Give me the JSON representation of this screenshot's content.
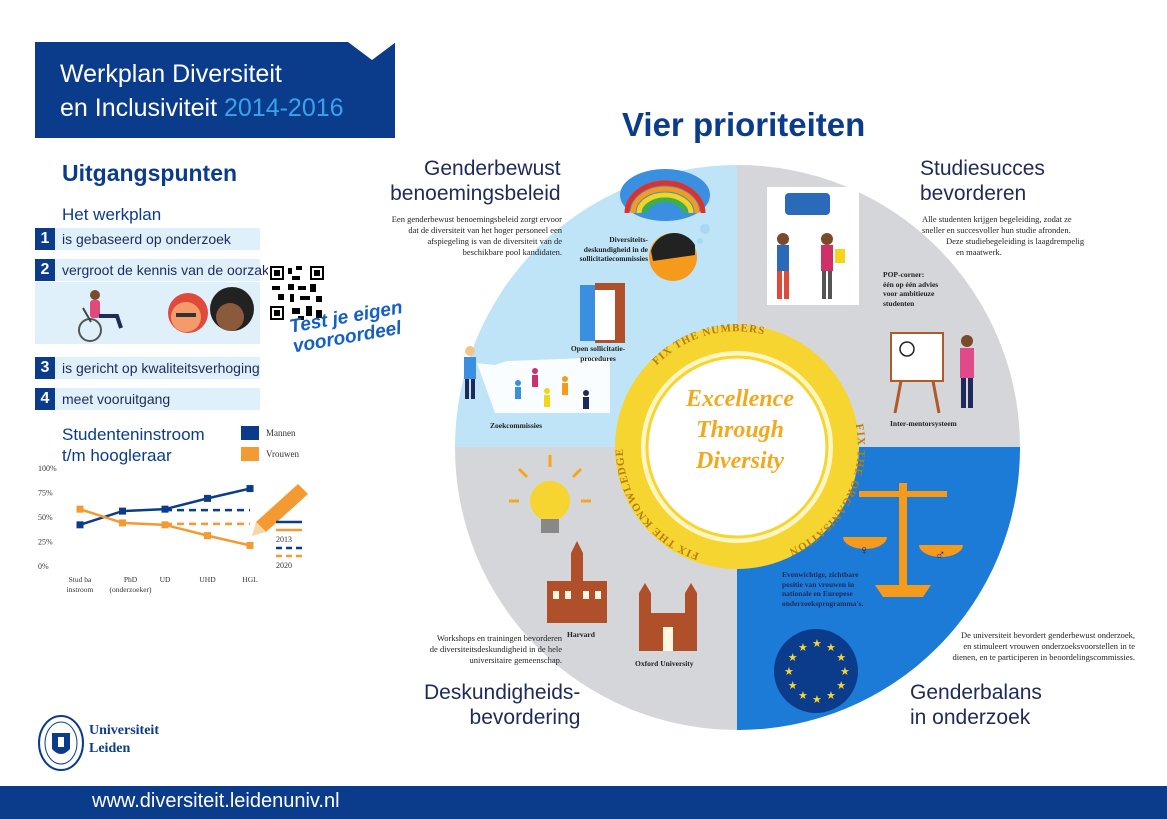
{
  "header": {
    "title_line1": "Werkplan Diversiteit",
    "title_line2": "en Inclusiviteit",
    "title_years": "2014-2016"
  },
  "uitgangspunten": {
    "heading": "Uitgangspunten",
    "subheading": "Het werkplan",
    "points": [
      {
        "num": "1",
        "text": "is gebaseerd op onderzoek"
      },
      {
        "num": "2",
        "text": "vergroot de kennis van de oorzaken"
      },
      {
        "num": "3",
        "text": "is gericht op kwaliteitsverhoging"
      },
      {
        "num": "4",
        "text": "meet vooruitgang"
      }
    ],
    "test_line1": "Test je eigen",
    "test_line2": "vooroordeel"
  },
  "chart_data": {
    "type": "line",
    "title": "Studenteninstroom t/m hoogleraar",
    "title_line1": "Studenteninstroom",
    "title_line2": "t/m hoogleraar",
    "categories": [
      "Stud ba instroom",
      "PhD (onderzoeker)",
      "UD",
      "UHD",
      "HGL"
    ],
    "category_lines": [
      [
        "Stud ba",
        "instroom"
      ],
      [
        "PhD",
        "(onderzoeker)"
      ],
      [
        "UD",
        ""
      ],
      [
        "UHD",
        ""
      ],
      [
        "HGL",
        ""
      ]
    ],
    "series": [
      {
        "name": "Mannen",
        "values": [
          42,
          56,
          58,
          69,
          79
        ],
        "color": "#0b3c8c"
      },
      {
        "name": "Vrouwen",
        "values": [
          58,
          44,
          42,
          31,
          21
        ],
        "color": "#f39a32"
      }
    ],
    "targets_2020": [
      {
        "series": "Mannen",
        "value": 57,
        "from": "UD",
        "to": "HGL"
      },
      {
        "series": "Vrouwen",
        "value": 43,
        "from": "UD",
        "to": "HGL"
      }
    ],
    "legend_years": [
      "2013",
      "2020"
    ],
    "yticks": [
      "0%",
      "25%",
      "50%",
      "75%",
      "100%"
    ],
    "ylim": [
      0,
      100
    ],
    "legend_position": "top-right"
  },
  "logo": {
    "line1": "Universiteit",
    "line2": "Leiden"
  },
  "footer": {
    "url": "www.diversiteit.leidenuniv.nl"
  },
  "prioriteiten": {
    "heading": "Vier prioriteiten",
    "center_lines": [
      "Excellence",
      "Through",
      "Diversity"
    ],
    "ring_labels": [
      "FIX THE NUMBERS",
      "FIX THE ORGANISATION",
      "FIX THE KNOWLEDGE"
    ],
    "quadrants": [
      {
        "title_lines": [
          "Genderbewust",
          "benoemingsbeleid"
        ],
        "desc_lines": [
          "Een genderbewust benoemingsbeleid zorgt ervoor",
          "dat de diversiteit van het hoger personeel een",
          "afspiegeling is van de diversiteit van de",
          "beschikbare pool kandidaten."
        ],
        "captions": [
          {
            "lines": [
              "Diversiteits-",
              "deskundigheid in de",
              "sollicitatiecommissies"
            ]
          },
          {
            "lines": [
              "Open sollicitatie-",
              "procedures"
            ]
          },
          {
            "lines": [
              "Zoekcommissies"
            ]
          }
        ]
      },
      {
        "title_lines": [
          "Studiesucces",
          "bevorderen"
        ],
        "desc_lines": [
          "Alle studenten krijgen begeleiding, zodat ze",
          "sneller en succesvoller hun studie afronden.",
          "Deze studiebegeleiding is laagdrempelig",
          "en maatwerk."
        ],
        "captions": [
          {
            "lines": [
              "POP-corner:",
              "één op één advies",
              "voor ambitieuze",
              "studenten"
            ]
          },
          {
            "lines": [
              "Inter-mentorsysteem"
            ]
          }
        ]
      },
      {
        "title_lines": [
          "Deskundigheids-",
          "bevordering"
        ],
        "desc_lines": [
          "Workshops en trainingen bevorderen",
          "de diversiteitsdeskundigheid in de hele",
          "universitaire gemeenschap."
        ],
        "captions": [
          {
            "lines": [
              "Harvard"
            ]
          },
          {
            "lines": [
              "Oxford University"
            ]
          }
        ]
      },
      {
        "title_lines": [
          "Genderbalans",
          "in onderzoek"
        ],
        "desc_lines": [
          "De universiteit bevordert genderbewust onderzoek,",
          "en stimuleert vrouwen onderzoeksvoorstellen in te",
          "dienen, en te participeren in beoordelingscommissies."
        ],
        "captions": [
          {
            "lines": [
              "Evenwichtige, zichtbare",
              "positie van vrouwen in",
              "nationale en Europese",
              "onderzoeksprogramma's."
            ]
          }
        ]
      }
    ]
  },
  "colors": {
    "brand_blue": "#0b3c8c",
    "light_blue": "#37a3f0",
    "quadrant_light": "#bfe3f7",
    "quadrant_grey": "#d4d6d9",
    "quadrant_blue": "#1d7bd8",
    "ring_yellow": "#f7d531",
    "orange": "#f39a32"
  },
  "icons": [
    "rainbow-cloud-icon",
    "thinking-head-icon",
    "open-door-icon",
    "presenter-icon",
    "people-group-icon",
    "handshake-icon",
    "mentor-board-icon",
    "lightbulb-icon",
    "harvard-building-icon",
    "oxford-building-icon",
    "scale-gender-icon",
    "eu-flag-icon",
    "wheelchair-person-icon",
    "diverse-faces-icon",
    "qr-code-icon",
    "university-seal-icon",
    "pencil-icon"
  ]
}
